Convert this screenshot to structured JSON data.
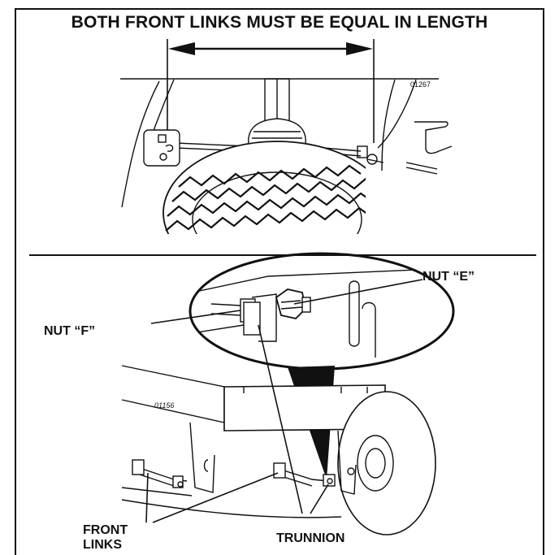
{
  "title": "BOTH FRONT LINKS MUST BE EQUAL IN LENGTH",
  "top_panel": {
    "figure_code": "01267"
  },
  "bottom_panel": {
    "figure_code": "01156",
    "labels": {
      "nut_e": "NUT “E”",
      "nut_f": "NUT “F”",
      "front_links_line1": "FRONT",
      "front_links_line2": "LINKS",
      "trunnion": "TRUNNION"
    }
  }
}
